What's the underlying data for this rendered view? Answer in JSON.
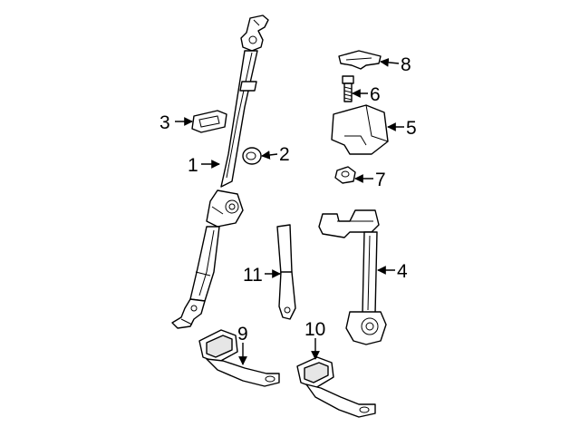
{
  "diagram": {
    "callouts": [
      {
        "id": "part-1",
        "label": "1"
      },
      {
        "id": "part-2",
        "label": "2"
      },
      {
        "id": "part-3",
        "label": "3"
      },
      {
        "id": "part-4",
        "label": "4"
      },
      {
        "id": "part-5",
        "label": "5"
      },
      {
        "id": "part-6",
        "label": "6"
      },
      {
        "id": "part-7",
        "label": "7"
      },
      {
        "id": "part-8",
        "label": "8"
      },
      {
        "id": "part-9",
        "label": "9"
      },
      {
        "id": "part-10",
        "label": "10"
      },
      {
        "id": "part-11",
        "label": "11"
      }
    ]
  }
}
